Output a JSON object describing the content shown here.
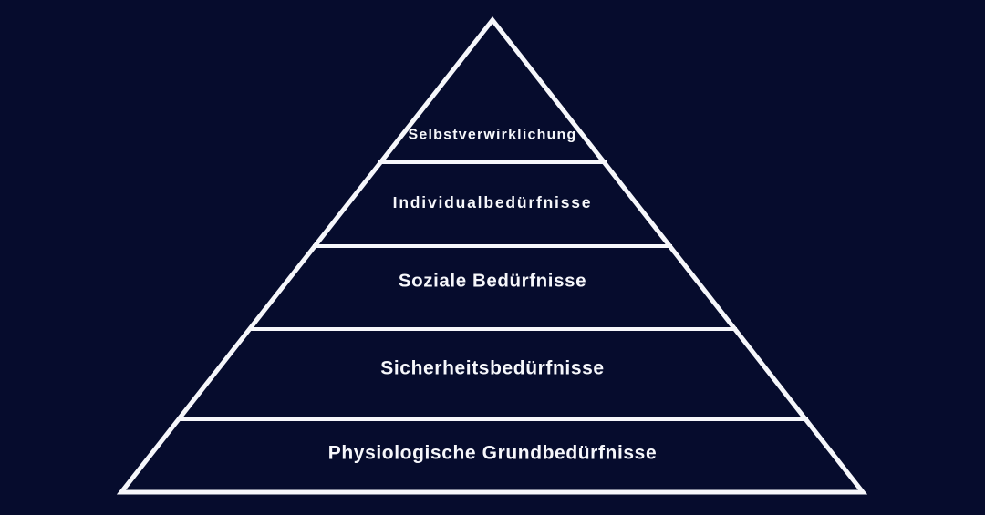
{
  "diagram": {
    "type": "pyramid",
    "levels": [
      {
        "rank": 1,
        "label": "Selbstverwirklichung"
      },
      {
        "rank": 2,
        "label": "Individualbedürfnisse"
      },
      {
        "rank": 3,
        "label": "Soziale Bedürfnisse"
      },
      {
        "rank": 4,
        "label": "Sicherheitsbedürfnisse"
      },
      {
        "rank": 5,
        "label": "Physiologische Grundbedürfnisse"
      }
    ],
    "colors": {
      "background": "#060C2D",
      "line": "#F6F7FB",
      "text": "#F6F7FB"
    }
  }
}
